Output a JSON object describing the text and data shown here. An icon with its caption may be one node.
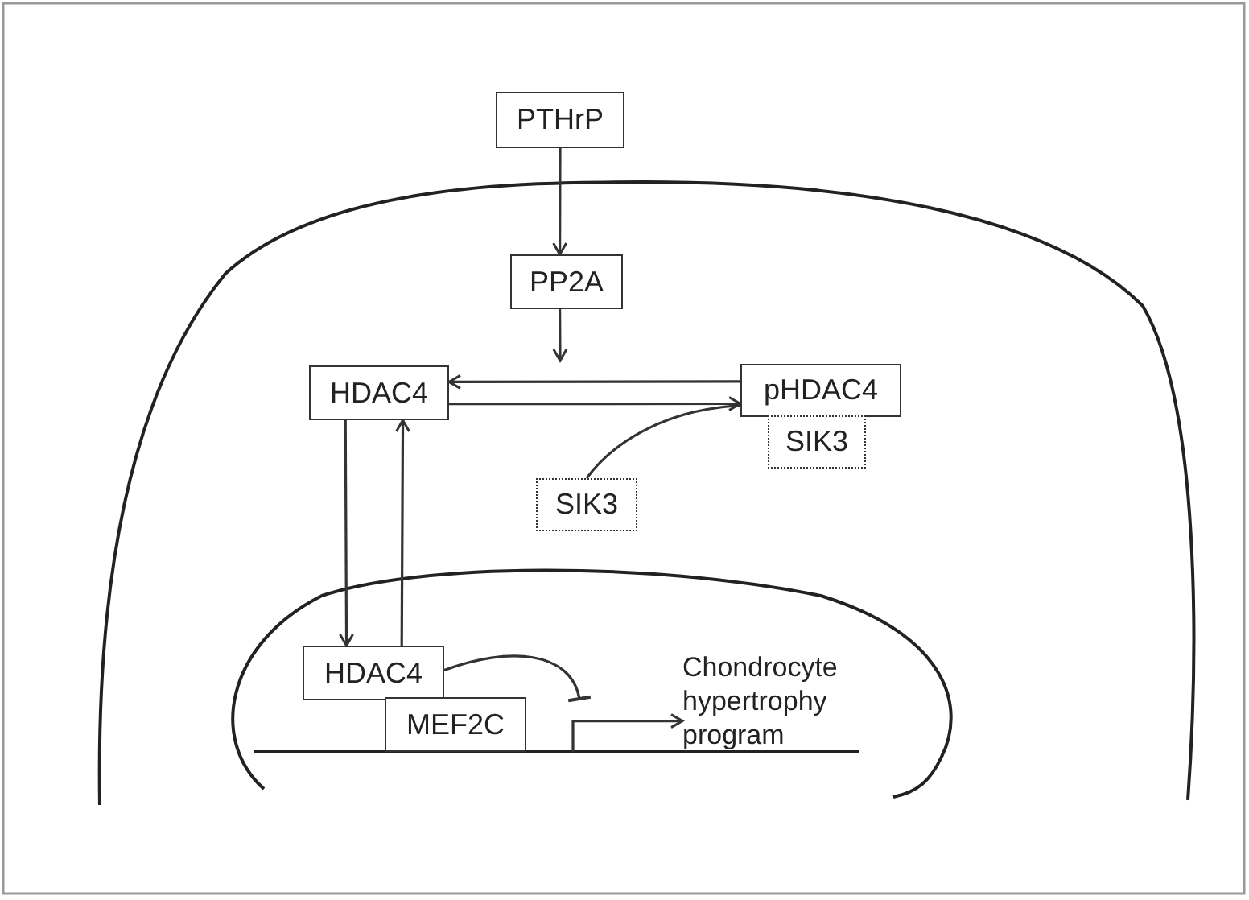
{
  "diagram": {
    "nodes": [
      {
        "text": [
          "PTHrP"
        ]
      },
      {
        "text": [
          "PP2A"
        ]
      },
      {
        "text": [
          "HDAC4"
        ]
      },
      {
        "text": [
          "pHDAC4"
        ]
      },
      {
        "text": [
          "SIK3"
        ]
      },
      {
        "text": [
          "SIK3"
        ]
      },
      {
        "text": [
          "HDAC4"
        ]
      },
      {
        "text": [
          "MEF2C"
        ]
      },
      {
        "text": [
          "Chondrocyte hypertrophy program"
        ]
      }
    ],
    "edges": [
      {
        "from": 0,
        "to": 1,
        "arrow": "to"
      },
      {
        "from": 1,
        "to": null,
        "arrow": "to"
      },
      {
        "from": 3,
        "to": 2,
        "arrow": "to"
      },
      {
        "from": 2,
        "to": 3,
        "arrow": "to"
      },
      {
        "from": 5,
        "to": 3,
        "arrow": "none"
      },
      {
        "from": 2,
        "to": 6,
        "arrow": "to"
      },
      {
        "from": 6,
        "to": 2,
        "arrow": "to"
      },
      {
        "from": 6,
        "to": null,
        "arrow": "other"
      },
      {
        "from": null,
        "to": 8,
        "arrow": "to"
      }
    ]
  }
}
